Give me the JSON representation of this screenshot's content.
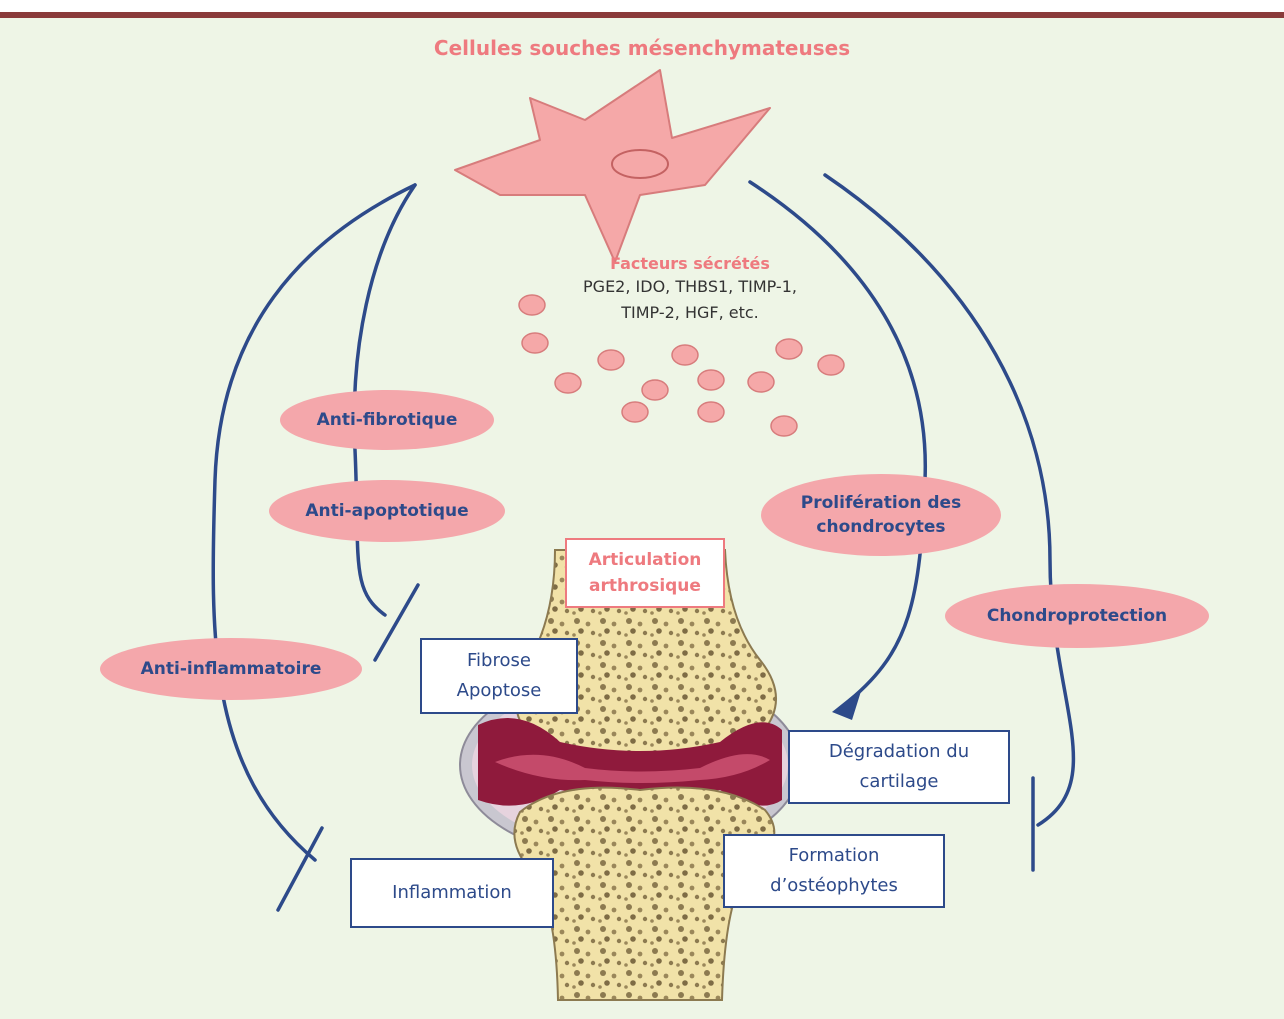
{
  "title": "Cellules souches mésenchymateuses",
  "secreted": {
    "heading": "Facteurs sécrétés",
    "line1": "PGE2, IDO, THBS1, TIMP-1,",
    "line2": "TIMP-2, HGF, etc."
  },
  "effects": {
    "anti_fibrotique": "Anti-fibrotique",
    "anti_apoptotique": "Anti-apoptotique",
    "anti_inflammatoire": "Anti-inflammatoire",
    "proliferation_line1": "Prolifération des",
    "proliferation_line2": "chondrocytes",
    "chondroprotection": "Chondroprotection"
  },
  "joint_label": {
    "line1": "Articulation",
    "line2": "arthrosique"
  },
  "boxes": {
    "fibrose_line1": "Fibrose",
    "fibrose_line2": "Apoptose",
    "degradation_line1": "Dégradation du",
    "degradation_line2": "cartilage",
    "osteophytes_line1": "Formation",
    "osteophytes_line2": "d’ostéophytes",
    "inflammation": "Inflammation"
  },
  "colors": {
    "background": "#eef5e6",
    "frame_top": "#8a3a3a",
    "cell": "#f5a8a8",
    "pink_text": "#ee7a7f",
    "blue": "#2d4a8a",
    "pill": "#f4a7ab",
    "bone": "#f7e8b8",
    "cavity": "#8f1a3c"
  }
}
